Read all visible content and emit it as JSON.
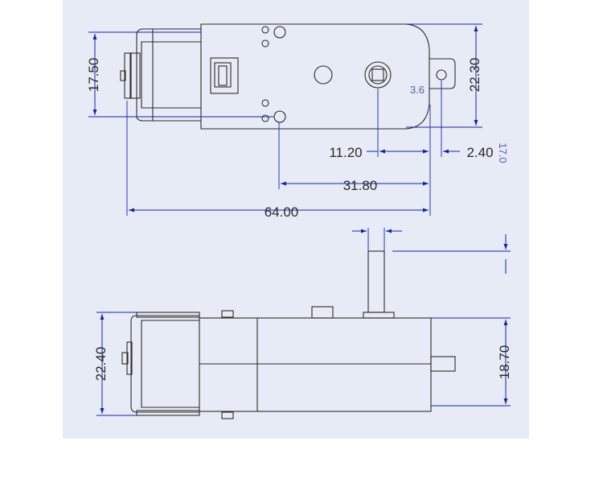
{
  "colors": {
    "panel_background": "#e6ebf5",
    "outline": "#2b2b2b",
    "dimension": "#1820b0",
    "note": "#5a5fb0"
  },
  "top_view": {
    "dims": {
      "height_left": "17.50",
      "height_right": "22.30",
      "hole_to_shaft": "11.20",
      "tab_offset": "2.40",
      "hole_diameter": "3.6",
      "tab_thickness": "17.0",
      "mount_to_tab": "31.80",
      "overall_length": "64.00"
    }
  },
  "side_view": {
    "dims": {
      "overall_height": "22.40",
      "gearbox_height": "18.70"
    }
  }
}
